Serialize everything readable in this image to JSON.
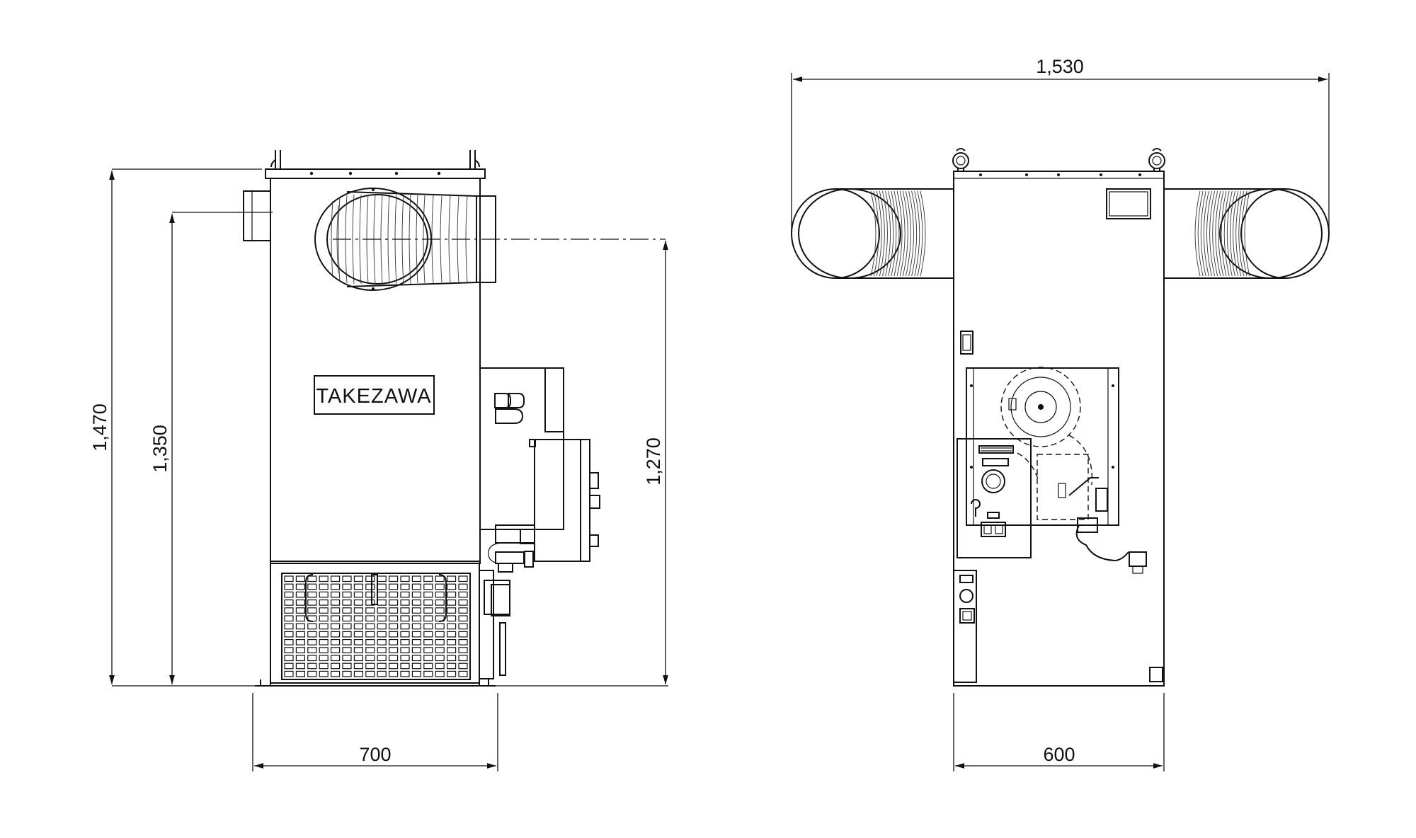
{
  "brand": {
    "logo_text": "TAKEZAWA"
  },
  "side_view": {
    "height_overall": "1,470",
    "height_exhaust": "1,350",
    "height_outlet": "1,270",
    "depth": "700"
  },
  "rear_view": {
    "width_with_ducts": "1,530",
    "width_body": "600"
  }
}
